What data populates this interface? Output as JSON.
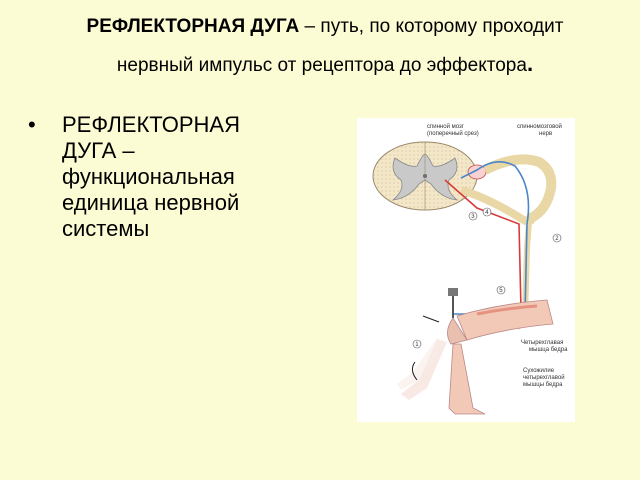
{
  "slide": {
    "title_bold": "РЕФЛЕКТОРНАЯ ДУГА",
    "title_rest_line1": " – путь, по которому проходит",
    "title_rest_line2": "нервный импульс от рецептора до эффектора",
    "title_period": ".",
    "bullet_symbol": "•",
    "bullet_text": "РЕФЛЕКТОРНАЯ\nДУГА –\nфункциональная\nединица нервной\nсистемы"
  },
  "figure": {
    "label_spinal_cord": "спинной мозг",
    "label_cross_section": "(поперечный срез)",
    "label_spinal_nerve_1": "спинномозговой",
    "label_spinal_nerve_2": "нерв",
    "label_quadriceps_1": "Четырехглавая",
    "label_quadriceps_2": "мышца бедра",
    "label_tendon_1": "Сухожилие",
    "label_tendon_2": "четырехглавой",
    "label_tendon_3": "мышцы бедра",
    "num_1": "1",
    "num_2": "2",
    "num_3": "3",
    "num_4": "4",
    "num_5": "5",
    "sensory_color": "#4a86c8",
    "motor_color": "#d83a3a"
  }
}
